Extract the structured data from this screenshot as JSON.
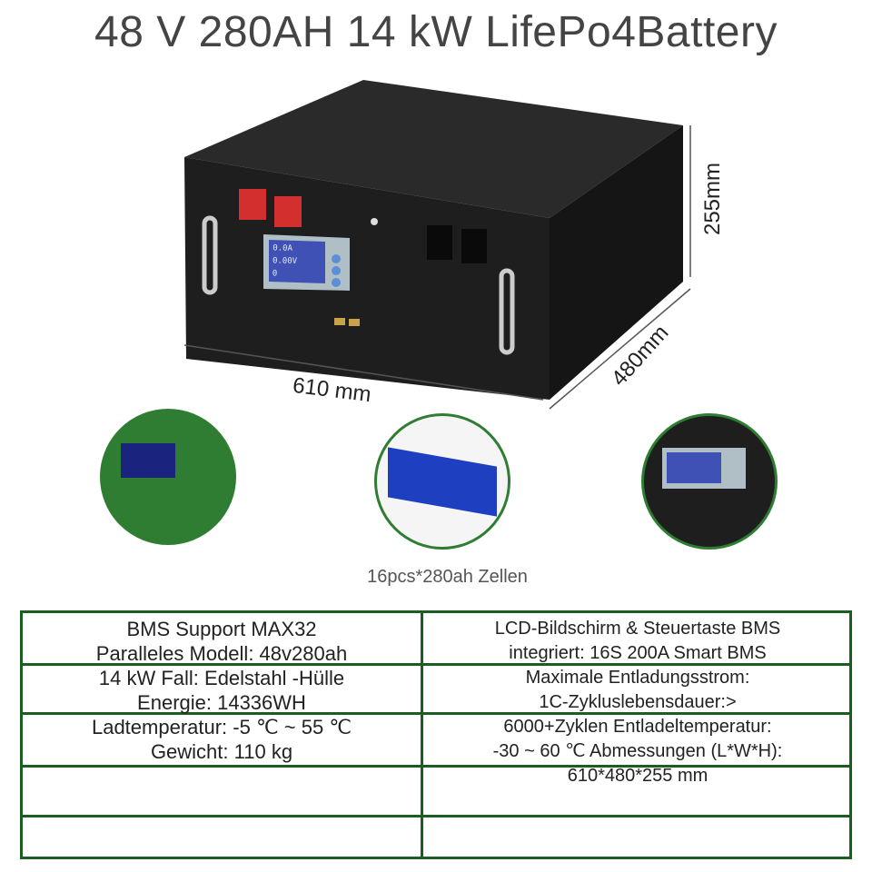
{
  "title": "48 V 280AH 14 kW LifePo4Battery",
  "dimensions": {
    "width": "610 mm",
    "depth": "480mm",
    "height": "255mm"
  },
  "caption": "16pcs*280ah Zellen",
  "lcd_readouts": [
    "0.0A",
    "0.00V",
    "0"
  ],
  "specs": {
    "left": [
      "BMS Support MAX32",
      "Paralleles Modell: 48v280ah",
      "14 kW Fall: Edelstahl -Hülle",
      "Energie: 14336WH",
      "Ladtemperatur: -5 ℃ ~ 55 ℃",
      "Gewicht: 110 kg"
    ],
    "right": [
      "LCD-Bildschirm & Steuertaste BMS",
      "integriert: 16S 200A Smart BMS",
      "Maximale Entladungsstrom:",
      "1C-Zykluslebensdauer:>",
      "6000+Zyklen Entladeltemperatur:",
      "-30 ~ 60 ℃ Abmessungen (L*W*H):",
      "610*480*255 mm"
    ]
  },
  "colors": {
    "accent": "#1b5e20",
    "case": "#1e1e1e",
    "terminal": "#d32f2f"
  }
}
